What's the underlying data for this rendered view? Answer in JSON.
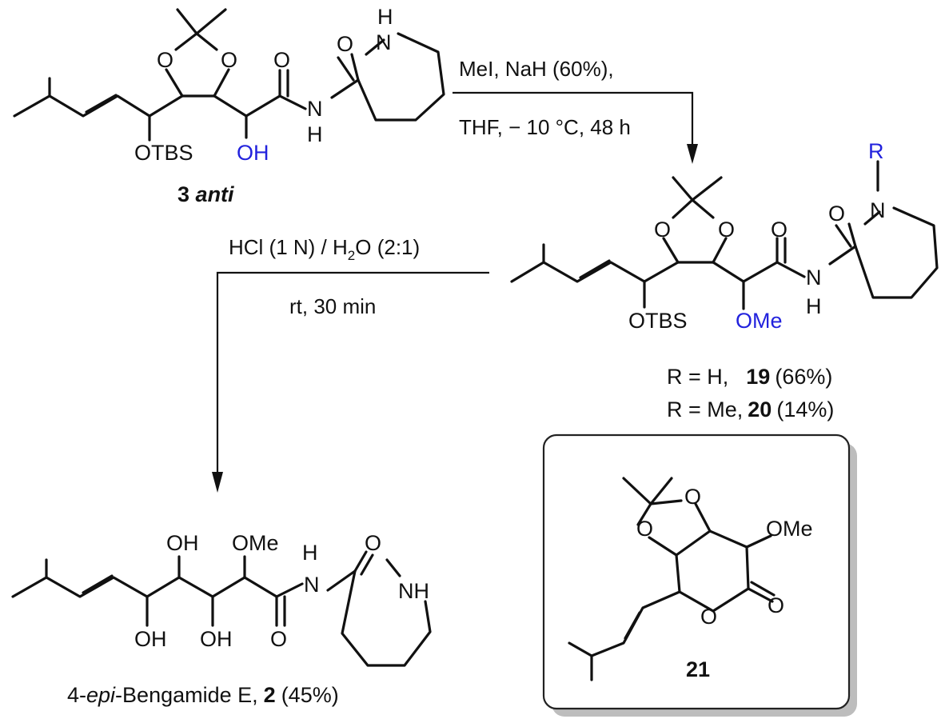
{
  "reagents_step1": {
    "line1": "MeI, NaH (60%),",
    "line2": "THF, − 10 °C, 48 h"
  },
  "reagents_step2": {
    "line1_prefix": "HCl (1 N) / H",
    "line1_sub": "2",
    "line1_suffix": "O (2:1)",
    "line2": "rt, 30 min"
  },
  "compound_3": {
    "number": "3",
    "descriptor": "anti"
  },
  "compound_19_20": {
    "r_label": "R",
    "r_h_text": "R = H,",
    "r_h_number": "19",
    "r_h_yield": "(66%)",
    "r_me_text": "R = Me,",
    "r_me_number": "20",
    "r_me_yield": "(14%)"
  },
  "compound_2": {
    "name_prefix": "4-",
    "name_italic": "epi",
    "name_suffix": "-Bengamide E,",
    "number": "2",
    "yield": "(45%)"
  },
  "compound_21": {
    "number": "21"
  },
  "atoms": {
    "o": "O",
    "n": "N",
    "h": "H",
    "nh": "NH",
    "otbs": "OTBS",
    "oh": "OH",
    "ome": "OMe"
  },
  "colors": {
    "modified_group": "#2222dd",
    "bond": "#111111",
    "box_border": "#222222",
    "box_shadow": "#bdbdbd"
  }
}
